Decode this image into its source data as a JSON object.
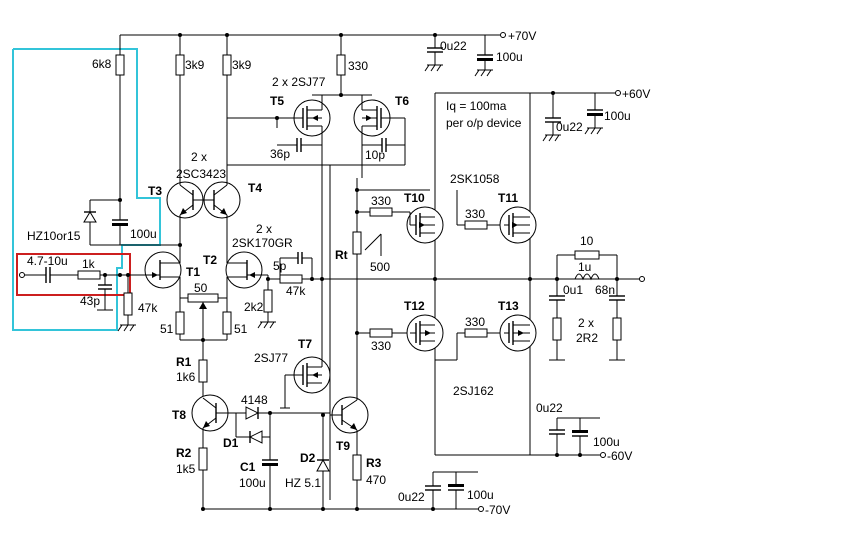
{
  "colors": {
    "wire": "#000000",
    "feedback_outline": "#33c4d9",
    "input_outline": "#cc1f1f",
    "background": "#ffffff"
  },
  "rails": {
    "pos70": "+70V",
    "pos60": "+60V",
    "neg60": "-60V",
    "neg70": "-70V"
  },
  "resistors": {
    "r6k8": "6k8",
    "r3k9a": "3k9",
    "r3k9b": "3k9",
    "r330top": "330",
    "r1k": "1k",
    "r47ka": "47k",
    "r47kb": "47k",
    "r2k2": "2k2",
    "r51a": "51",
    "r51b": "51",
    "r50": "50",
    "r1k6": "1k6",
    "r1k5": "1k5",
    "r470": "470",
    "r500": "500",
    "r330a": "330",
    "r330b": "330",
    "r330c": "330",
    "r330d": "330",
    "r10": "10",
    "r2r2": "2 x",
    "r2r2b": "2R2"
  },
  "capacitors": {
    "c0u22a": "0u22",
    "c100ua": "100u",
    "c0u22b": "0u22",
    "c100ub": "100u",
    "c0u22c": "0u22",
    "c100uc": "100u",
    "c0u22d": "0u22",
    "c100ud": "100u",
    "c100ue": "100u",
    "cin": "4.7-10u",
    "c43p": "43p",
    "c36p": "36p",
    "c10p": "10p",
    "c5p": "5p",
    "c0u1": "0u1",
    "c68n": "68n",
    "c1val": "100u"
  },
  "inductor": {
    "value": "1u"
  },
  "labels": {
    "t1": "T1",
    "t2": "T2",
    "t3": "T3",
    "t4": "T4",
    "t5": "T5",
    "t6": "T6",
    "t7": "T7",
    "t8": "T8",
    "t9": "T9",
    "t10": "T10",
    "t11": "T11",
    "t12": "T12",
    "t13": "T13",
    "r1": "R1",
    "r2": "R2",
    "r3": "R3",
    "rt": "Rt",
    "d1": "D1",
    "d2": "D2",
    "c1": "C1"
  },
  "parts": {
    "t5t6": "2 x 2SJ77",
    "t3t4a": "2 x",
    "t3t4b": "2SC3423",
    "t1t2a": "2 x",
    "t1t2b": "2SK170GR",
    "t7": "2SJ77",
    "t10t11": "2SK1058",
    "t12t13": "2SJ162",
    "d1": "4148",
    "zener_fb": "HZ10or15",
    "zener_d2": "HZ 5.1"
  },
  "notes": {
    "iq1": "Iq = 100ma",
    "iq2": "per o/p device"
  }
}
